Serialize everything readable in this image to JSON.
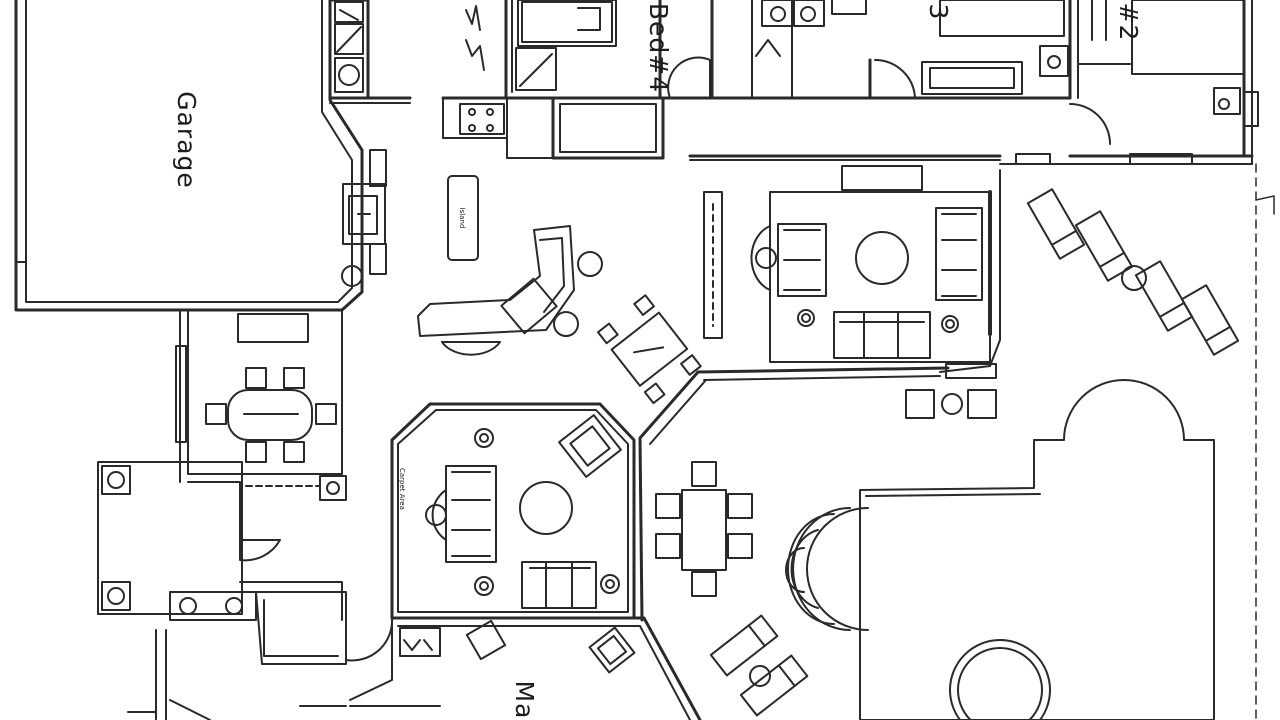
{
  "plan": {
    "colors": {
      "line": "#2a2a2a",
      "paper": "#ffffff"
    },
    "labels": {
      "garage": "Garage",
      "bedroom_4": "Bed#4",
      "bedroom_3": "3",
      "bedroom_2": "#2",
      "master": "Ma",
      "carpet_area": "Carpet Area",
      "island": "Island"
    },
    "rooms": [
      "garage",
      "bedroom-4",
      "bedroom-3",
      "bedroom-2",
      "hall-bath",
      "kitchen",
      "dining-nook",
      "great-room",
      "carpet-area",
      "family-room",
      "covered-patio",
      "pool",
      "spa",
      "master-suite"
    ]
  }
}
